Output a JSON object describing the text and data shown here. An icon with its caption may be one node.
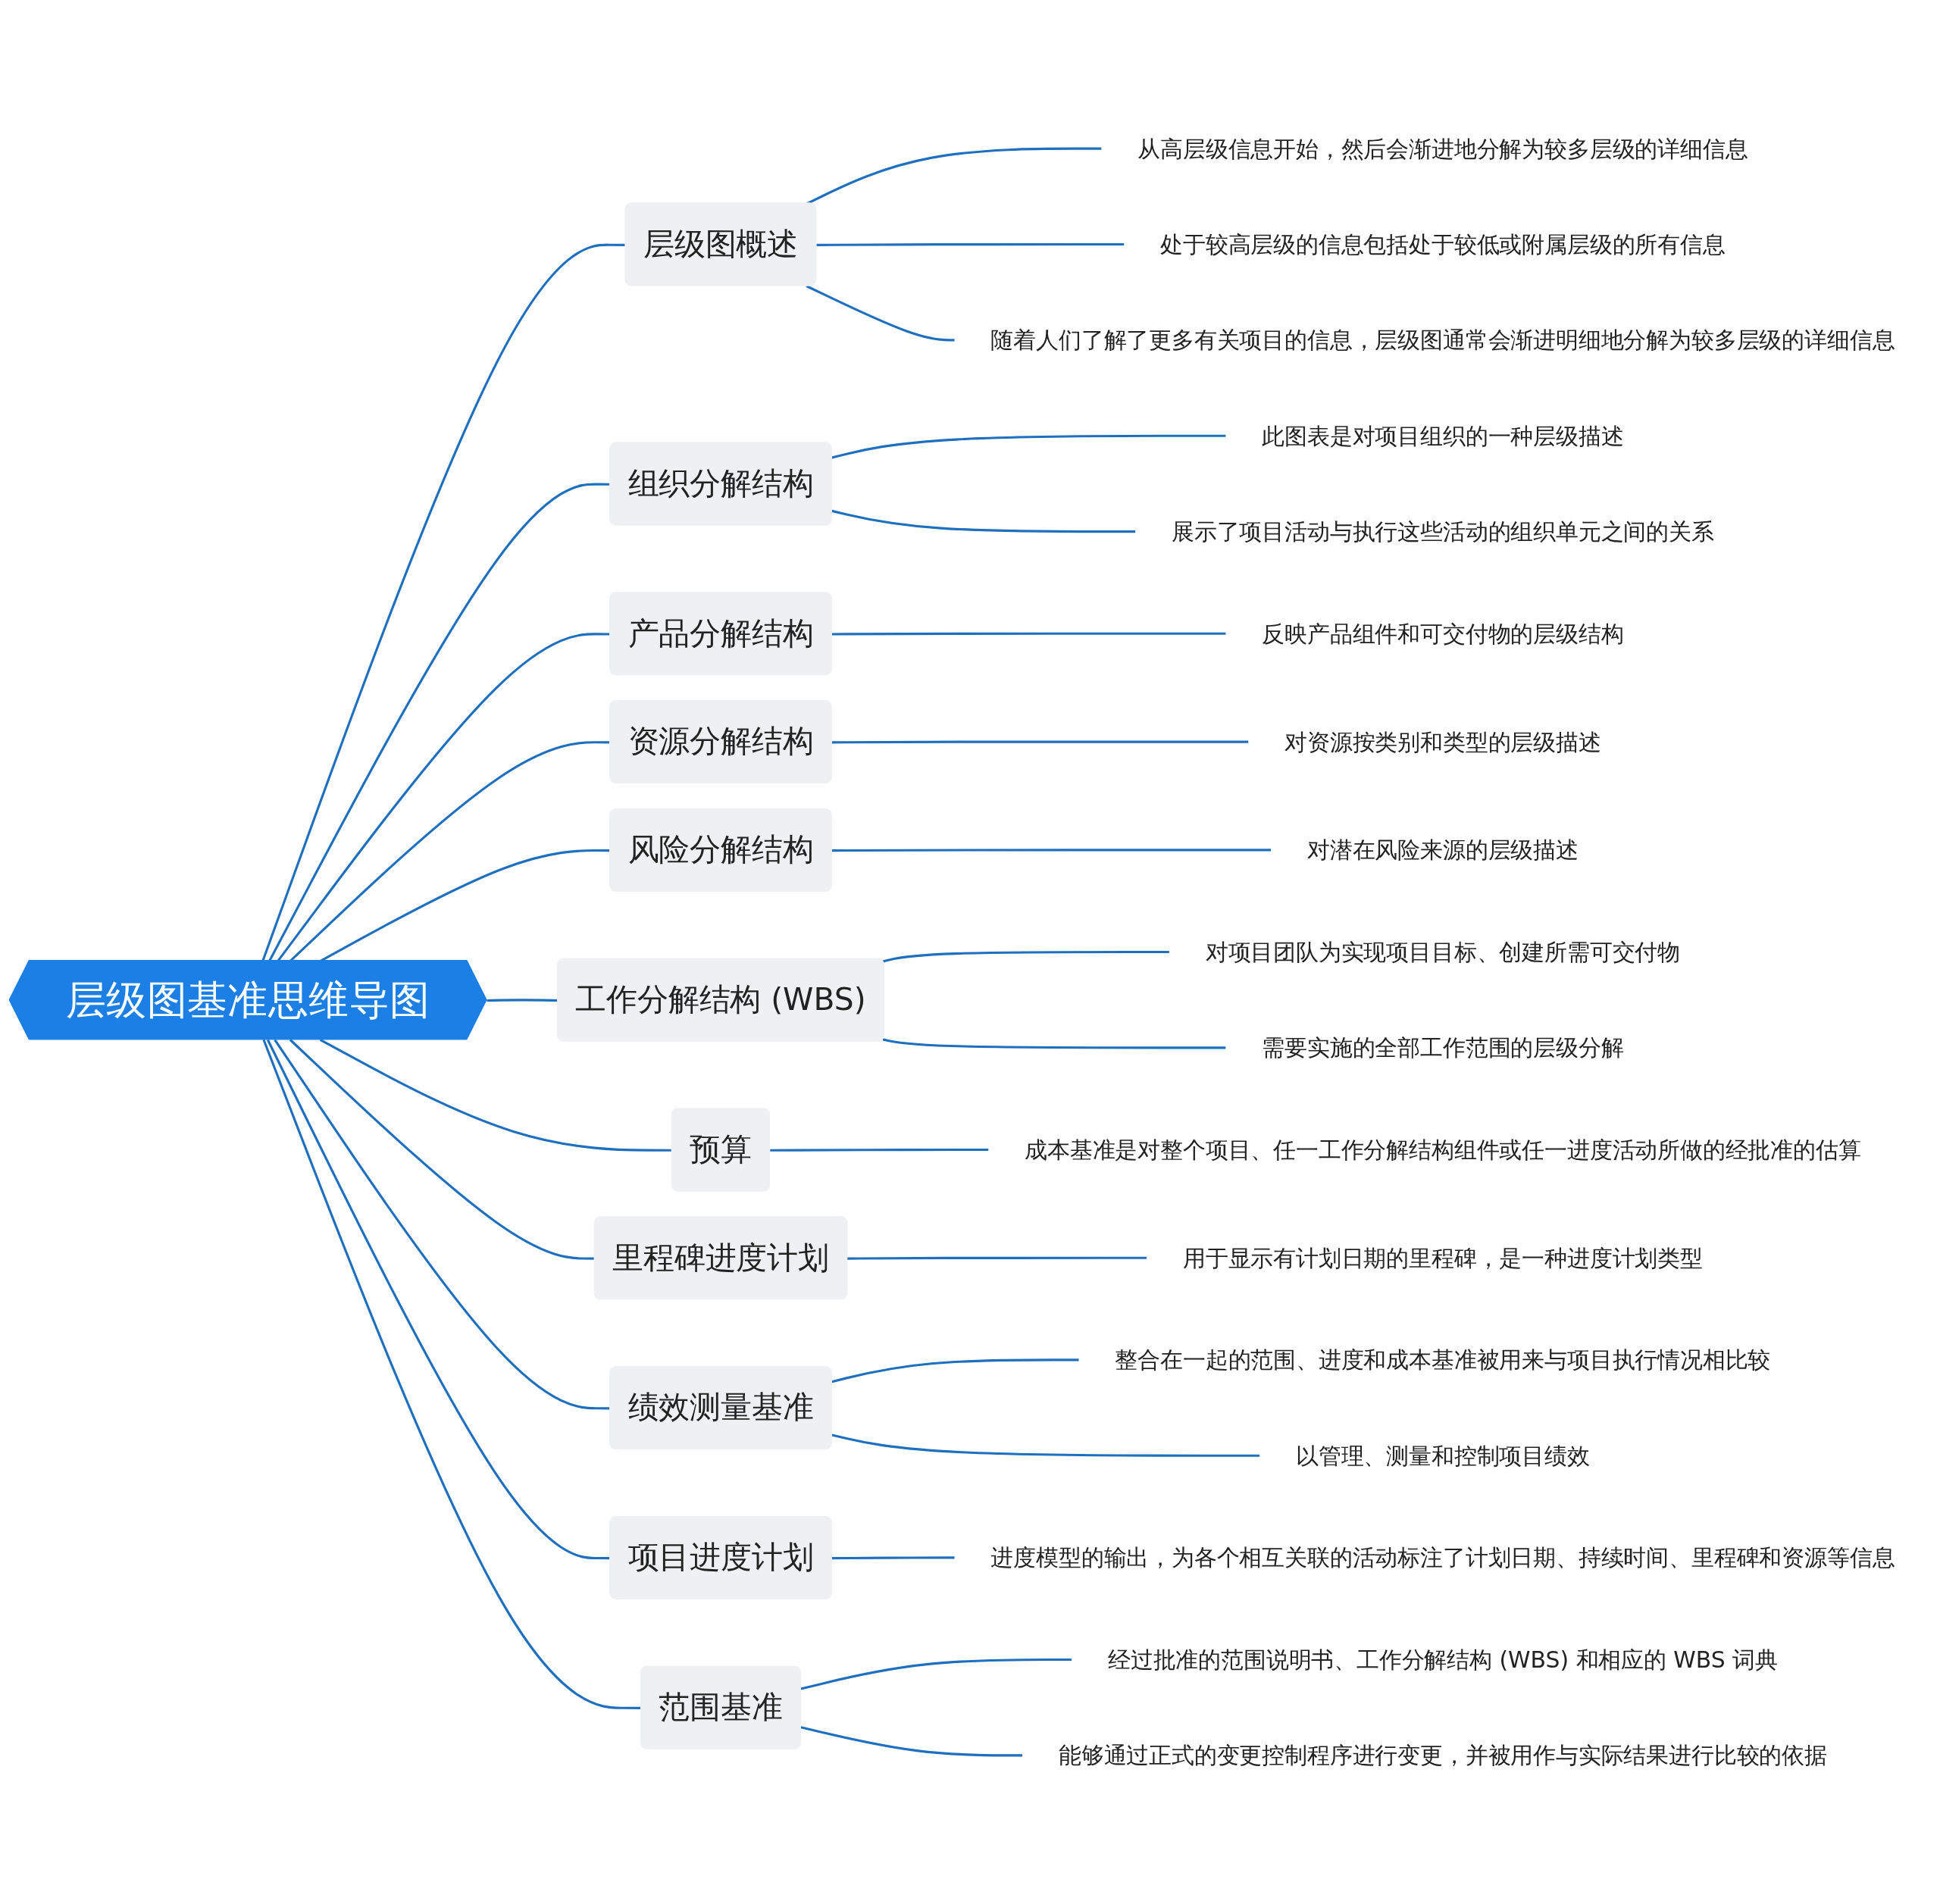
{
  "diagram": {
    "nodes": [
      {
        "text": [
          "层级图基准思维导图"
        ]
      },
      {
        "text": [
          "层级图概述"
        ]
      },
      {
        "text": [
          "从高层级信息开始，然后会渐进地分解为较多层级的详细信息"
        ]
      },
      {
        "text": [
          "处于较高层级的信息包括处于较低或附属层级的所有信息"
        ]
      },
      {
        "text": [
          "随着人们了解了更多有关项目的信息，层级图通常会渐进明细地分解为较多层级的详细信息"
        ]
      },
      {
        "text": [
          "组织分解结构"
        ]
      },
      {
        "text": [
          "此图表是对项目组织的一种层级描述"
        ]
      },
      {
        "text": [
          "展示了项目活动与执行这些活动的组织单元之间的关系"
        ]
      },
      {
        "text": [
          "产品分解结构"
        ]
      },
      {
        "text": [
          "反映产品组件和可交付物的层级结构"
        ]
      },
      {
        "text": [
          "资源分解结构"
        ]
      },
      {
        "text": [
          "对资源按类别和类型的层级描述"
        ]
      },
      {
        "text": [
          "风险分解结构"
        ]
      },
      {
        "text": [
          "对潜在风险来源的层级描述"
        ]
      },
      {
        "text": [
          "工作分解结构 (WBS)"
        ]
      },
      {
        "text": [
          "对项目团队为实现项目目标、创建所需可交付物"
        ]
      },
      {
        "text": [
          "需要实施的全部工作范围的层级分解"
        ]
      },
      {
        "text": [
          "预算"
        ]
      },
      {
        "text": [
          "成本基准是对整个项目、任一工作分解结构组件或任一进度活动所做的经批准的估算"
        ]
      },
      {
        "text": [
          "里程碑进度计划"
        ]
      },
      {
        "text": [
          "用于显示有计划日期的里程碑，是一种进度计划类型"
        ]
      },
      {
        "text": [
          "绩效测量基准"
        ]
      },
      {
        "text": [
          "整合在一起的范围、进度和成本基准被用来与项目执行情况相比较"
        ]
      },
      {
        "text": [
          "以管理、测量和控制项目绩效"
        ]
      },
      {
        "text": [
          "项目进度计划"
        ]
      },
      {
        "text": [
          "进度模型的输出，为各个相互关联的活动标注了计划日期、持续时间、里程碑和资源等信息"
        ]
      },
      {
        "text": [
          "范围基准"
        ]
      },
      {
        "text": [
          "经过批准的范围说明书、工作分解结构 (WBS) 和相应的 WBS 词典"
        ]
      },
      {
        "text": [
          "能够通过正式的变更控制程序进行变更，并被用作与实际结果进行比较的依据"
        ]
      }
    ],
    "edges": [
      {
        "from": 0,
        "to": 1,
        "arrow": "none"
      },
      {
        "from": 1,
        "to": 2,
        "arrow": "none"
      },
      {
        "from": 1,
        "to": 3,
        "arrow": "none"
      },
      {
        "from": 1,
        "to": 4,
        "arrow": "none"
      },
      {
        "from": 0,
        "to": 5,
        "arrow": "none"
      },
      {
        "from": 5,
        "to": 6,
        "arrow": "none"
      },
      {
        "from": 5,
        "to": 7,
        "arrow": "none"
      },
      {
        "from": 0,
        "to": 8,
        "arrow": "none"
      },
      {
        "from": 8,
        "to": 9,
        "arrow": "none"
      },
      {
        "from": 0,
        "to": 10,
        "arrow": "none"
      },
      {
        "from": 10,
        "to": 11,
        "arrow": "none"
      },
      {
        "from": 0,
        "to": 12,
        "arrow": "none"
      },
      {
        "from": 12,
        "to": 13,
        "arrow": "none"
      },
      {
        "from": 0,
        "to": 14,
        "arrow": "none"
      },
      {
        "from": 14,
        "to": 15,
        "arrow": "none"
      },
      {
        "from": 14,
        "to": 16,
        "arrow": "none"
      },
      {
        "from": 0,
        "to": 17,
        "arrow": "none"
      },
      {
        "from": 17,
        "to": 18,
        "arrow": "none"
      },
      {
        "from": 0,
        "to": 19,
        "arrow": "none"
      },
      {
        "from": 19,
        "to": 20,
        "arrow": "none"
      },
      {
        "from": 0,
        "to": 21,
        "arrow": "none"
      },
      {
        "from": 21,
        "to": 22,
        "arrow": "none"
      },
      {
        "from": 21,
        "to": 23,
        "arrow": "none"
      },
      {
        "from": 0,
        "to": 24,
        "arrow": "none"
      },
      {
        "from": 24,
        "to": 25,
        "arrow": "none"
      },
      {
        "from": 0,
        "to": 26,
        "arrow": "none"
      },
      {
        "from": 26,
        "to": 27,
        "arrow": "none"
      },
      {
        "from": 26,
        "to": 28,
        "arrow": "none"
      }
    ]
  }
}
